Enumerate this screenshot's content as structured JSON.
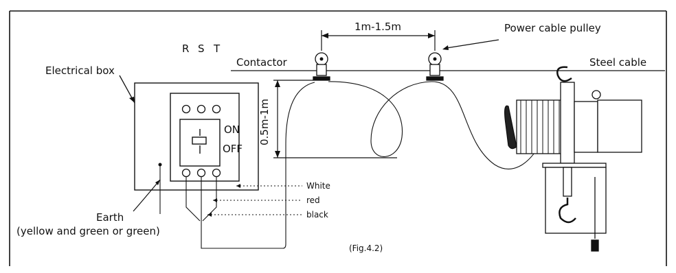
{
  "figure_caption": "(Fig.4.2)",
  "labels": {
    "electrical_box": "Electrical box",
    "contactor": "Contactor",
    "steel_cable": "Steel cable",
    "power_cable_pulley": "Power cable pulley",
    "pulley_spacing": "1m-1.5m",
    "sag_height": "0.5m-1m",
    "earth_line1": "Earth",
    "earth_line2": "(yellow and green or green)"
  },
  "terminals": [
    "R",
    "S",
    "T"
  ],
  "switch_states": {
    "on": "ON",
    "off": "OFF"
  },
  "wire_colors": [
    "White",
    "red",
    "black"
  ]
}
